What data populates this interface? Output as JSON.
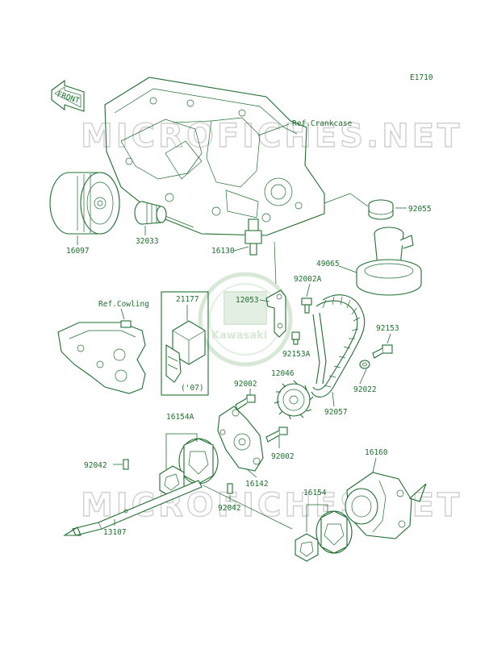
{
  "diagram_id": "E1710",
  "front_label": "FRONT",
  "references": {
    "crankcase": "Ref.Crankcase",
    "cowling": "Ref.Cowling",
    "year_note": "('07)"
  },
  "watermark": {
    "text": "MICROFICHES.NET",
    "logo_text": "Kawasaki"
  },
  "part_numbers": {
    "p16097": "16097",
    "p32033": "32033",
    "p16130": "16130",
    "p92055": "92055",
    "p49065": "49065",
    "p92002A": "92002A",
    "p12053": "12053",
    "p21177": "21177",
    "p92153A": "92153A",
    "p12046": "12046",
    "p92153": "92153",
    "p92022": "92022",
    "p92002_upper": "92002",
    "p92057": "92057",
    "p16154A": "16154A",
    "p92002_lower": "92002",
    "p92042_left": "92042",
    "p16142": "16142",
    "p92042_mid": "92042",
    "p16160": "16160",
    "p16154": "16154",
    "p13107": "13107"
  },
  "colors": {
    "line": "#1f6e2f",
    "watermark": "#cfcfcf"
  }
}
